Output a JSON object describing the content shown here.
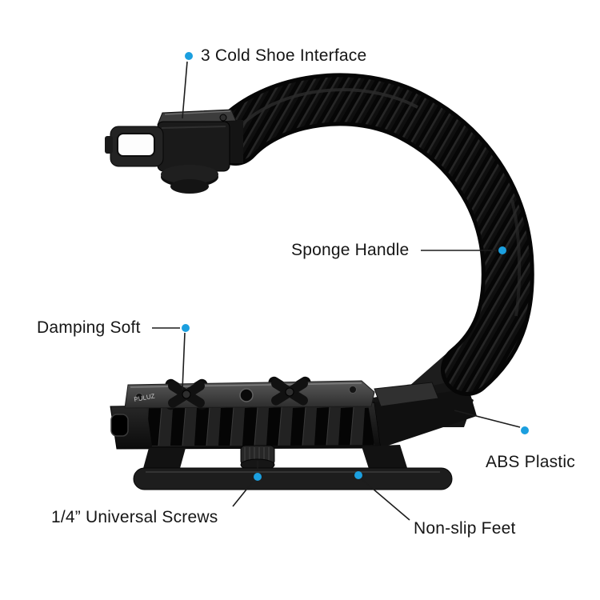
{
  "figure": {
    "background": "#ffffff",
    "accent_color": "#1b9fdf",
    "leader_line_color": "#1c1c1c",
    "plate_text": "PULUZ"
  },
  "annotations": [
    {
      "id": "cold-shoe-interface",
      "label": "3 Cold Shoe Interface"
    },
    {
      "id": "sponge-handle",
      "label": "Sponge Handle"
    },
    {
      "id": "damping-soft",
      "label": "Damping Soft"
    },
    {
      "id": "abs-plastic",
      "label": "ABS Plastic"
    },
    {
      "id": "universal-screws",
      "label": "1/4” Universal Screws"
    },
    {
      "id": "non-slip-feet",
      "label": "Non-slip Feet"
    }
  ]
}
